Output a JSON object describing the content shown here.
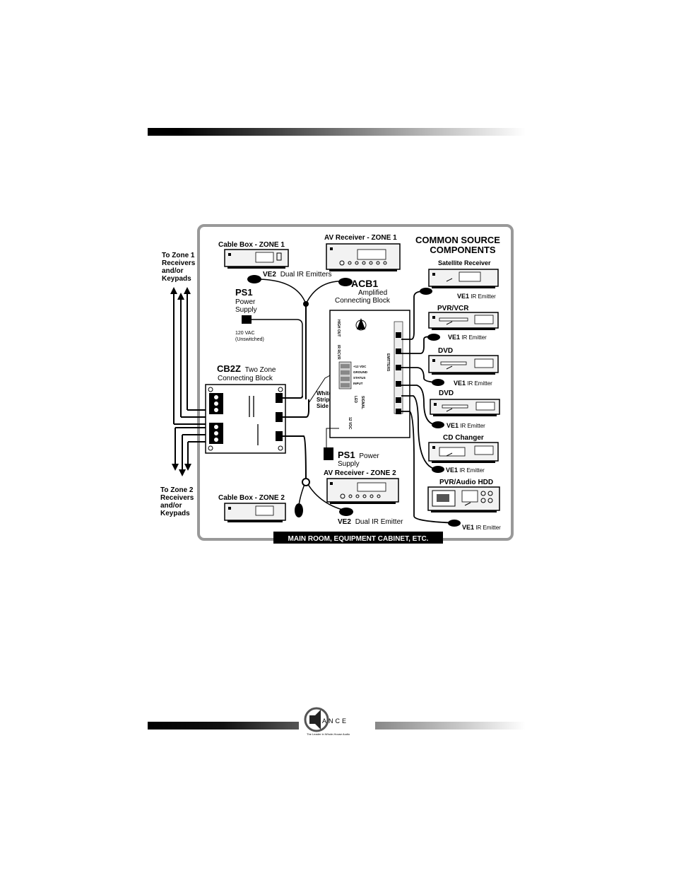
{
  "page": {
    "bottom_logo": {
      "word": "ANCE",
      "tagline": "The Leader in Whole-House Audio"
    }
  },
  "diagram": {
    "common_source_title_1": "COMMON SOURCE",
    "common_source_title_2": "COMPONENTS",
    "footer_label": "MAIN ROOM, EQUIPMENT CABINET, ETC.",
    "zone1_text": [
      "To Zone 1",
      "Receivers",
      "and/or",
      "Keypads"
    ],
    "zone2_text": [
      "To Zone 2",
      "Receivers",
      "and/or",
      "Keypads"
    ],
    "cable_box_zone1": "Cable Box - ZONE 1",
    "cable_box_zone2": "Cable Box - ZONE 2",
    "av_receiver_zone1": "AV Receiver - ZONE 1",
    "av_receiver_zone2": "AV Receiver - ZONE 2",
    "ve2_top": {
      "bold": "VE2",
      "rest": "Dual IR Emitters"
    },
    "ve2_bottom": {
      "bold": "VE2",
      "rest": "Dual IR Emitter"
    },
    "ps1_top": {
      "name": "PS1",
      "line1": "Power",
      "line2": "Supply",
      "vac": "120 VAC",
      "note": "(Unswitched)"
    },
    "ps1_bottom": {
      "name": "PS1",
      "line1": "Power",
      "line2": "Supply"
    },
    "acb1": {
      "name": "ACB1",
      "line1": "Amplified",
      "line2": "Connecting Block"
    },
    "cb2z": {
      "name": "CB2Z",
      "rest": "Two Zone",
      "line2": "Connecting Block"
    },
    "white_striped": [
      "White",
      "Striped",
      "Side"
    ],
    "acb1_terminals": [
      "+12 VDC",
      "GROUND",
      "STATUS",
      "INPUT"
    ],
    "acb1_side_labels": [
      "EMITTERS",
      "SIGNAL",
      "LED",
      "12 VDC",
      "HIGH OUT",
      "IR RCVR"
    ],
    "components": [
      {
        "name": "Satellite Receiver",
        "emitter": "VE1",
        "emitter_text": "IR Emitter"
      },
      {
        "name": "PVR/VCR",
        "emitter": "VE1",
        "emitter_text": "IR Emitter"
      },
      {
        "name": "DVD",
        "emitter": "VE1",
        "emitter_text": "IR Emitter"
      },
      {
        "name": "DVD",
        "emitter": "VE1",
        "emitter_text": "IR Emitter"
      },
      {
        "name": "CD Changer",
        "emitter": "VE1",
        "emitter_text": "IR Emitter"
      },
      {
        "name": "PVR/Audio HDD",
        "emitter": "VE1",
        "emitter_text": "IR Emitter"
      }
    ],
    "colors": {
      "frame": "#999999",
      "ink": "#000000",
      "device_fill": "#f2f2f2"
    }
  }
}
